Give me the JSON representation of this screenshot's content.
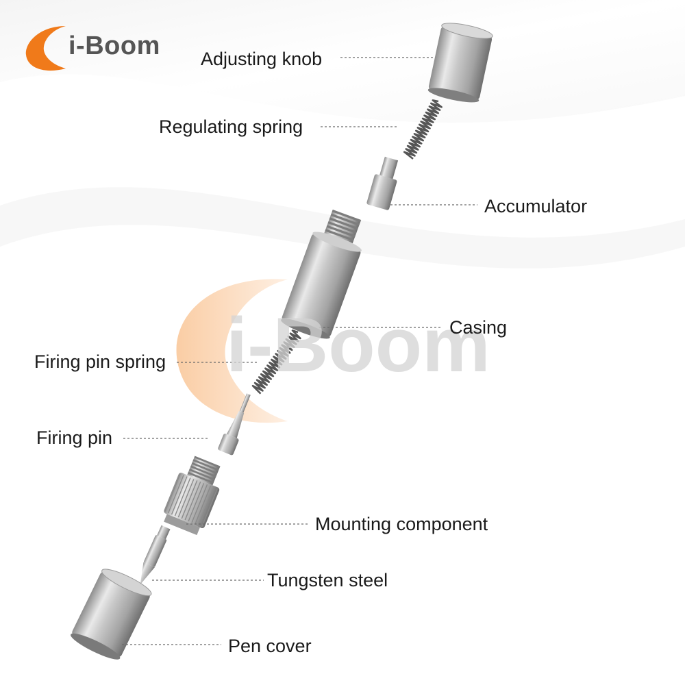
{
  "brand": {
    "name": "i-Boom",
    "accent_color": "#f07a1a",
    "text_color": "#555555"
  },
  "watermark": {
    "text": "i-Boom"
  },
  "parts": [
    {
      "id": "adjusting-knob",
      "label": "Adjusting knob"
    },
    {
      "id": "regulating-spring",
      "label": "Regulating spring"
    },
    {
      "id": "accumulator",
      "label": "Accumulator"
    },
    {
      "id": "casing",
      "label": "Casing"
    },
    {
      "id": "firing-pin-spring",
      "label": "Firing pin spring"
    },
    {
      "id": "firing-pin",
      "label": "Firing pin"
    },
    {
      "id": "mounting-component",
      "label": "Mounting component"
    },
    {
      "id": "tungsten-steel",
      "label": "Tungsten steel"
    },
    {
      "id": "pen-cover",
      "label": "Pen cover"
    }
  ]
}
